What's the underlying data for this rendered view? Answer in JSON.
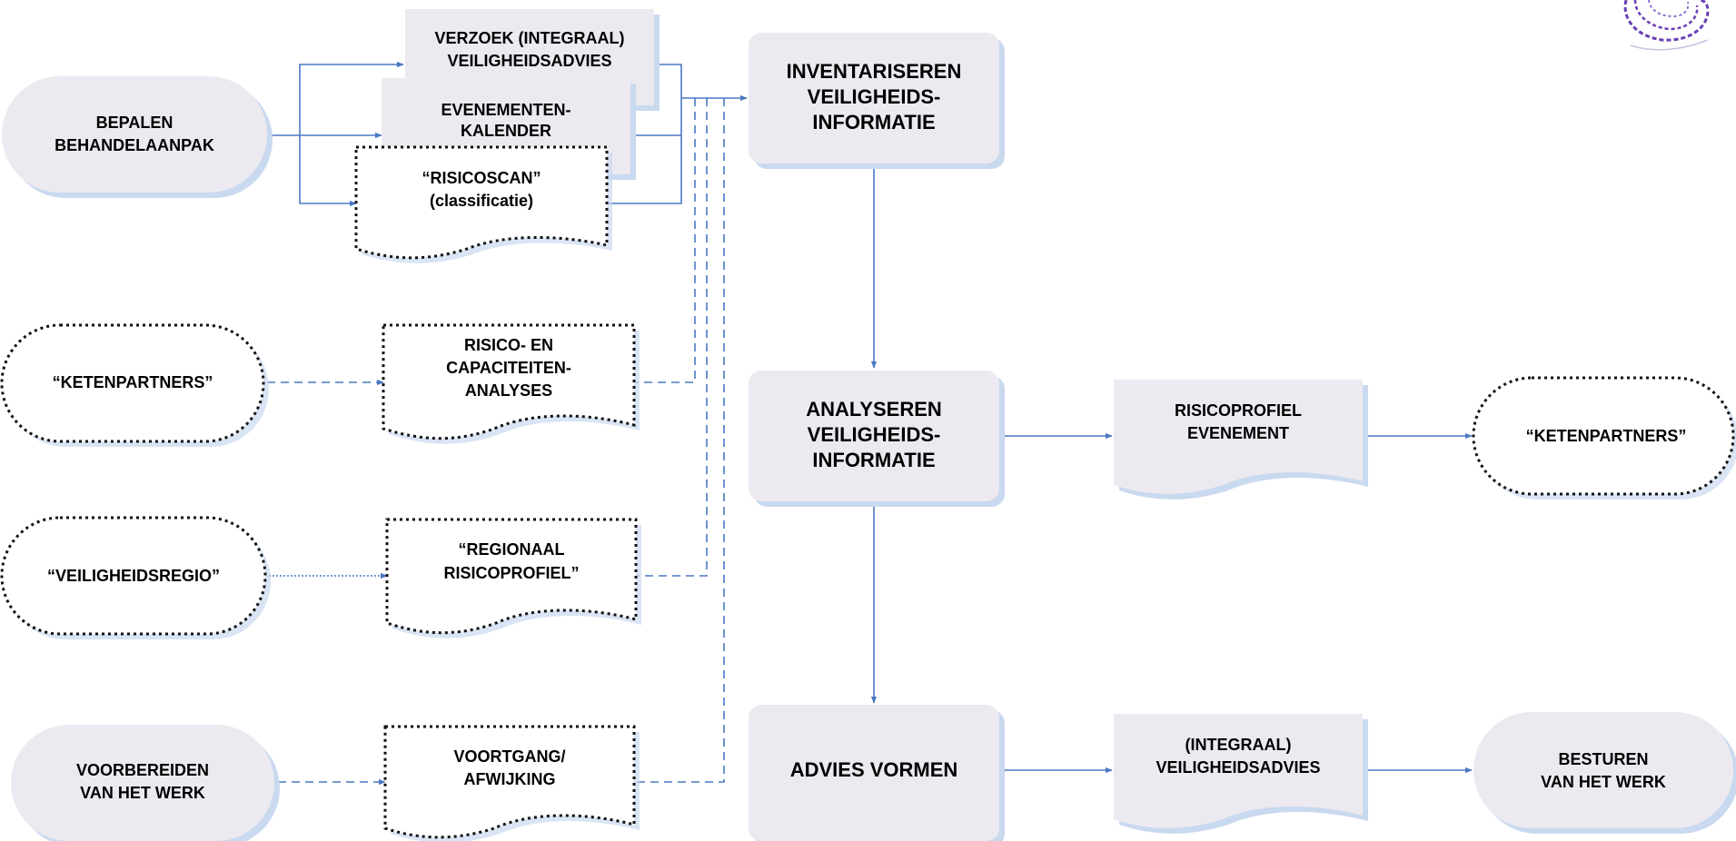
{
  "nodes": {
    "bepalen": [
      "BEPALEN",
      "BEHANDELAANPAK"
    ],
    "verzoek": [
      "VERZOEK (INTEGRAAL)",
      "VEILIGHEIDSADVIES"
    ],
    "kalender": [
      "EVENEMENTEN-",
      "KALENDER"
    ],
    "risicoscan": [
      "“RISICOSCAN”",
      "(classificatie)"
    ],
    "ketenpartners_left": [
      "“KETENPARTNERS”"
    ],
    "risico_analyses": [
      "RISICO- EN",
      "CAPACITEITEN-",
      "ANALYSES"
    ],
    "veiligheidsregio": [
      "“VEILIGHEIDSREGIO”"
    ],
    "regionaal": [
      "“REGIONAAL",
      "RISICOPROFIEL”"
    ],
    "voorbereiden": [
      "VOORBEREIDEN",
      "VAN HET WERK"
    ],
    "voortgang": [
      "VOORTGANG/",
      "AFWIJKING"
    ],
    "inventariseren": [
      "INVENTARISEREN",
      "VEILIGHEIDS-",
      "INFORMATIE"
    ],
    "analyseren": [
      "ANALYSEREN",
      "VEILIGHEIDS-",
      "INFORMATIE"
    ],
    "advies": [
      "ADVIES VORMEN"
    ],
    "risicoprofiel": [
      "RISICOPROFIEL",
      "EVENEMENT"
    ],
    "ketenpartners_right": [
      "“KETENPARTNERS”"
    ],
    "integraal": [
      "(INTEGRAAL)",
      "VEILIGHEIDSADVIES"
    ],
    "besturen": [
      "BESTUREN",
      "VAN HET WERK"
    ]
  },
  "colors": {
    "box_fill": "#eceaf0",
    "shadow": "#c9d9ef",
    "connector": "#4a78c4",
    "text": "#000000",
    "logo": "#6a3fb5"
  },
  "logo": "brand-logo-icon"
}
